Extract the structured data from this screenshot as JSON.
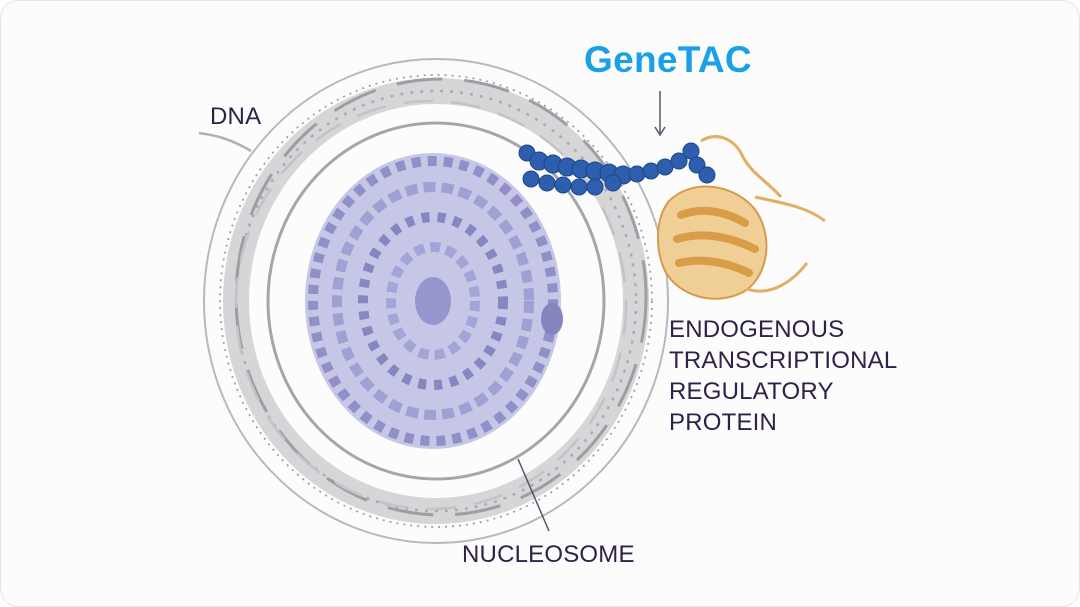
{
  "labels": {
    "genetac": "GeneTAC",
    "dna": "DNA",
    "nucleosome": "NUCLEOSOME",
    "protein_lines": [
      "ENDOGENOUS",
      "TRANSCRIPTIONAL",
      "REGULATORY",
      "PROTEIN"
    ]
  },
  "colors": {
    "brand": "#1aa0e6",
    "label_text": "#2f2147",
    "dna": "#a9a9ad",
    "histone": "#9b9cd0",
    "linker": "#2d5fae",
    "protein": "#e3b16a"
  }
}
